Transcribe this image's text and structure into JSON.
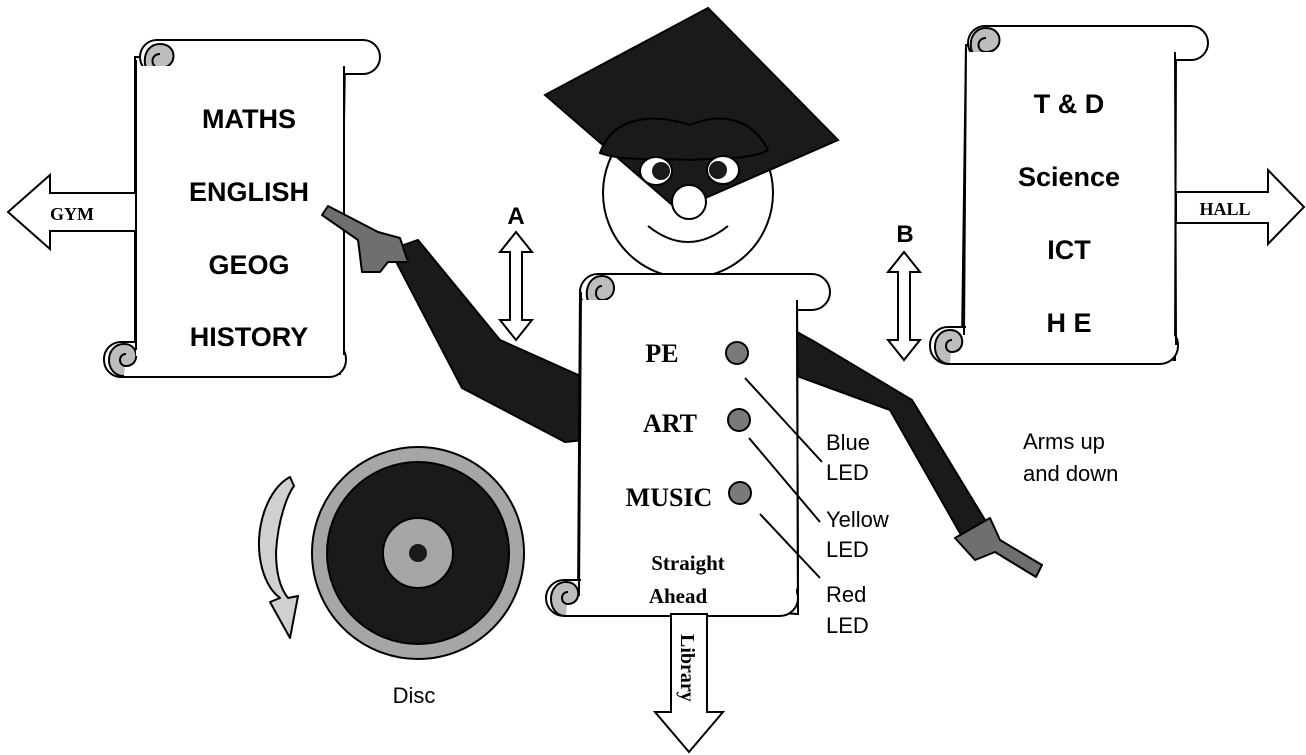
{
  "left_scroll": {
    "items": [
      "MATHS",
      "ENGLISH",
      "GEOG",
      "HISTORY"
    ]
  },
  "right_scroll": {
    "items": [
      "T & D",
      "Science",
      "ICT",
      "H E"
    ]
  },
  "body_scroll": {
    "items": [
      "PE",
      "ART",
      "MUSIC"
    ],
    "footer_line1": "Straight",
    "footer_line2": "Ahead"
  },
  "arrows": {
    "left": "GYM",
    "right": "HALL",
    "down": "Library"
  },
  "markers": {
    "a": "A",
    "b": "B"
  },
  "led_labels": {
    "blue": [
      "Blue",
      "LED"
    ],
    "yellow": [
      "Yellow",
      "LED"
    ],
    "red": [
      "Red",
      "LED"
    ]
  },
  "arms_caption": [
    "Arms up",
    "and down"
  ],
  "disc_caption": "Disc",
  "colors": {
    "led_fill": "#7a7a7a",
    "disc_dark": "#1a1a1a",
    "disc_light": "#a6a6a6",
    "cap": "#1a1a1a"
  }
}
